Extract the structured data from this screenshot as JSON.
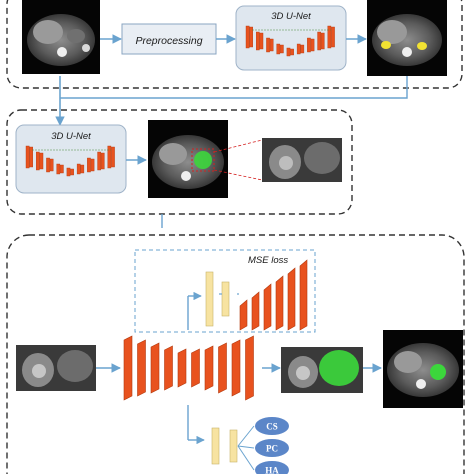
{
  "stage1": {
    "preprocessing_label": "Preprocessing",
    "unet_label": "3D U-Net"
  },
  "stage2": {
    "unet_label": "3D U-Net"
  },
  "stage3": {
    "loss_label": "MSE loss",
    "outputs": [
      "CS",
      "PC",
      "HA"
    ]
  },
  "colors": {
    "block_orange": "#e8521e",
    "block_dark": "#b23a0f",
    "fc_yellow": "#f7e3a1",
    "arrow_blue": "#6aa3cf",
    "pill_blue": "#5b86c8",
    "panel_bg": "#dfe7ef",
    "seg_green": "#3cd63c",
    "seg_yellow": "#f2e232",
    "border_dash": "#333333"
  }
}
